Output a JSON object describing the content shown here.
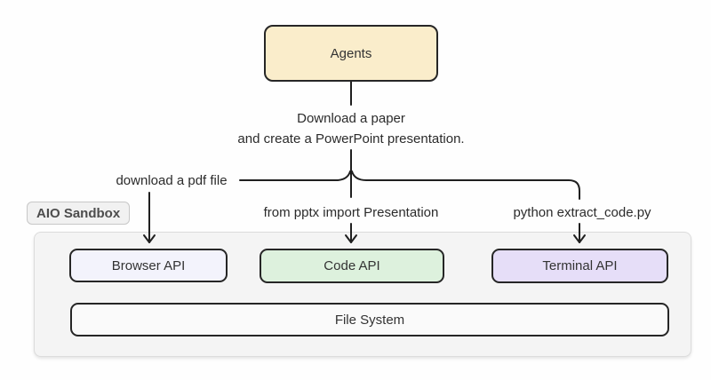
{
  "diagram": {
    "agents_box": {
      "label": "Agents"
    },
    "task_annotation": {
      "line1": "Download a paper",
      "line2": "and create a PowerPoint presentation."
    },
    "branches": {
      "browser": {
        "annotation": "download a pdf file",
        "box_label": "Browser API"
      },
      "code": {
        "annotation": "from pptx import Presentation",
        "box_label": "Code API"
      },
      "terminal": {
        "annotation": "python extract_code.py",
        "box_label": "Terminal API"
      }
    },
    "sandbox": {
      "badge_label": "AIO Sandbox",
      "file_system_label": "File System"
    },
    "colors": {
      "agents_fill": "#faedcb",
      "browser_fill": "#f3f3fc",
      "code_fill": "#ddf1dd",
      "terminal_fill": "#e6def8",
      "file_system_fill": "#fafafa",
      "sandbox_fill": "#f4f4f4",
      "badge_fill": "#f1f1f1",
      "stroke": "#1f1f1f"
    }
  }
}
